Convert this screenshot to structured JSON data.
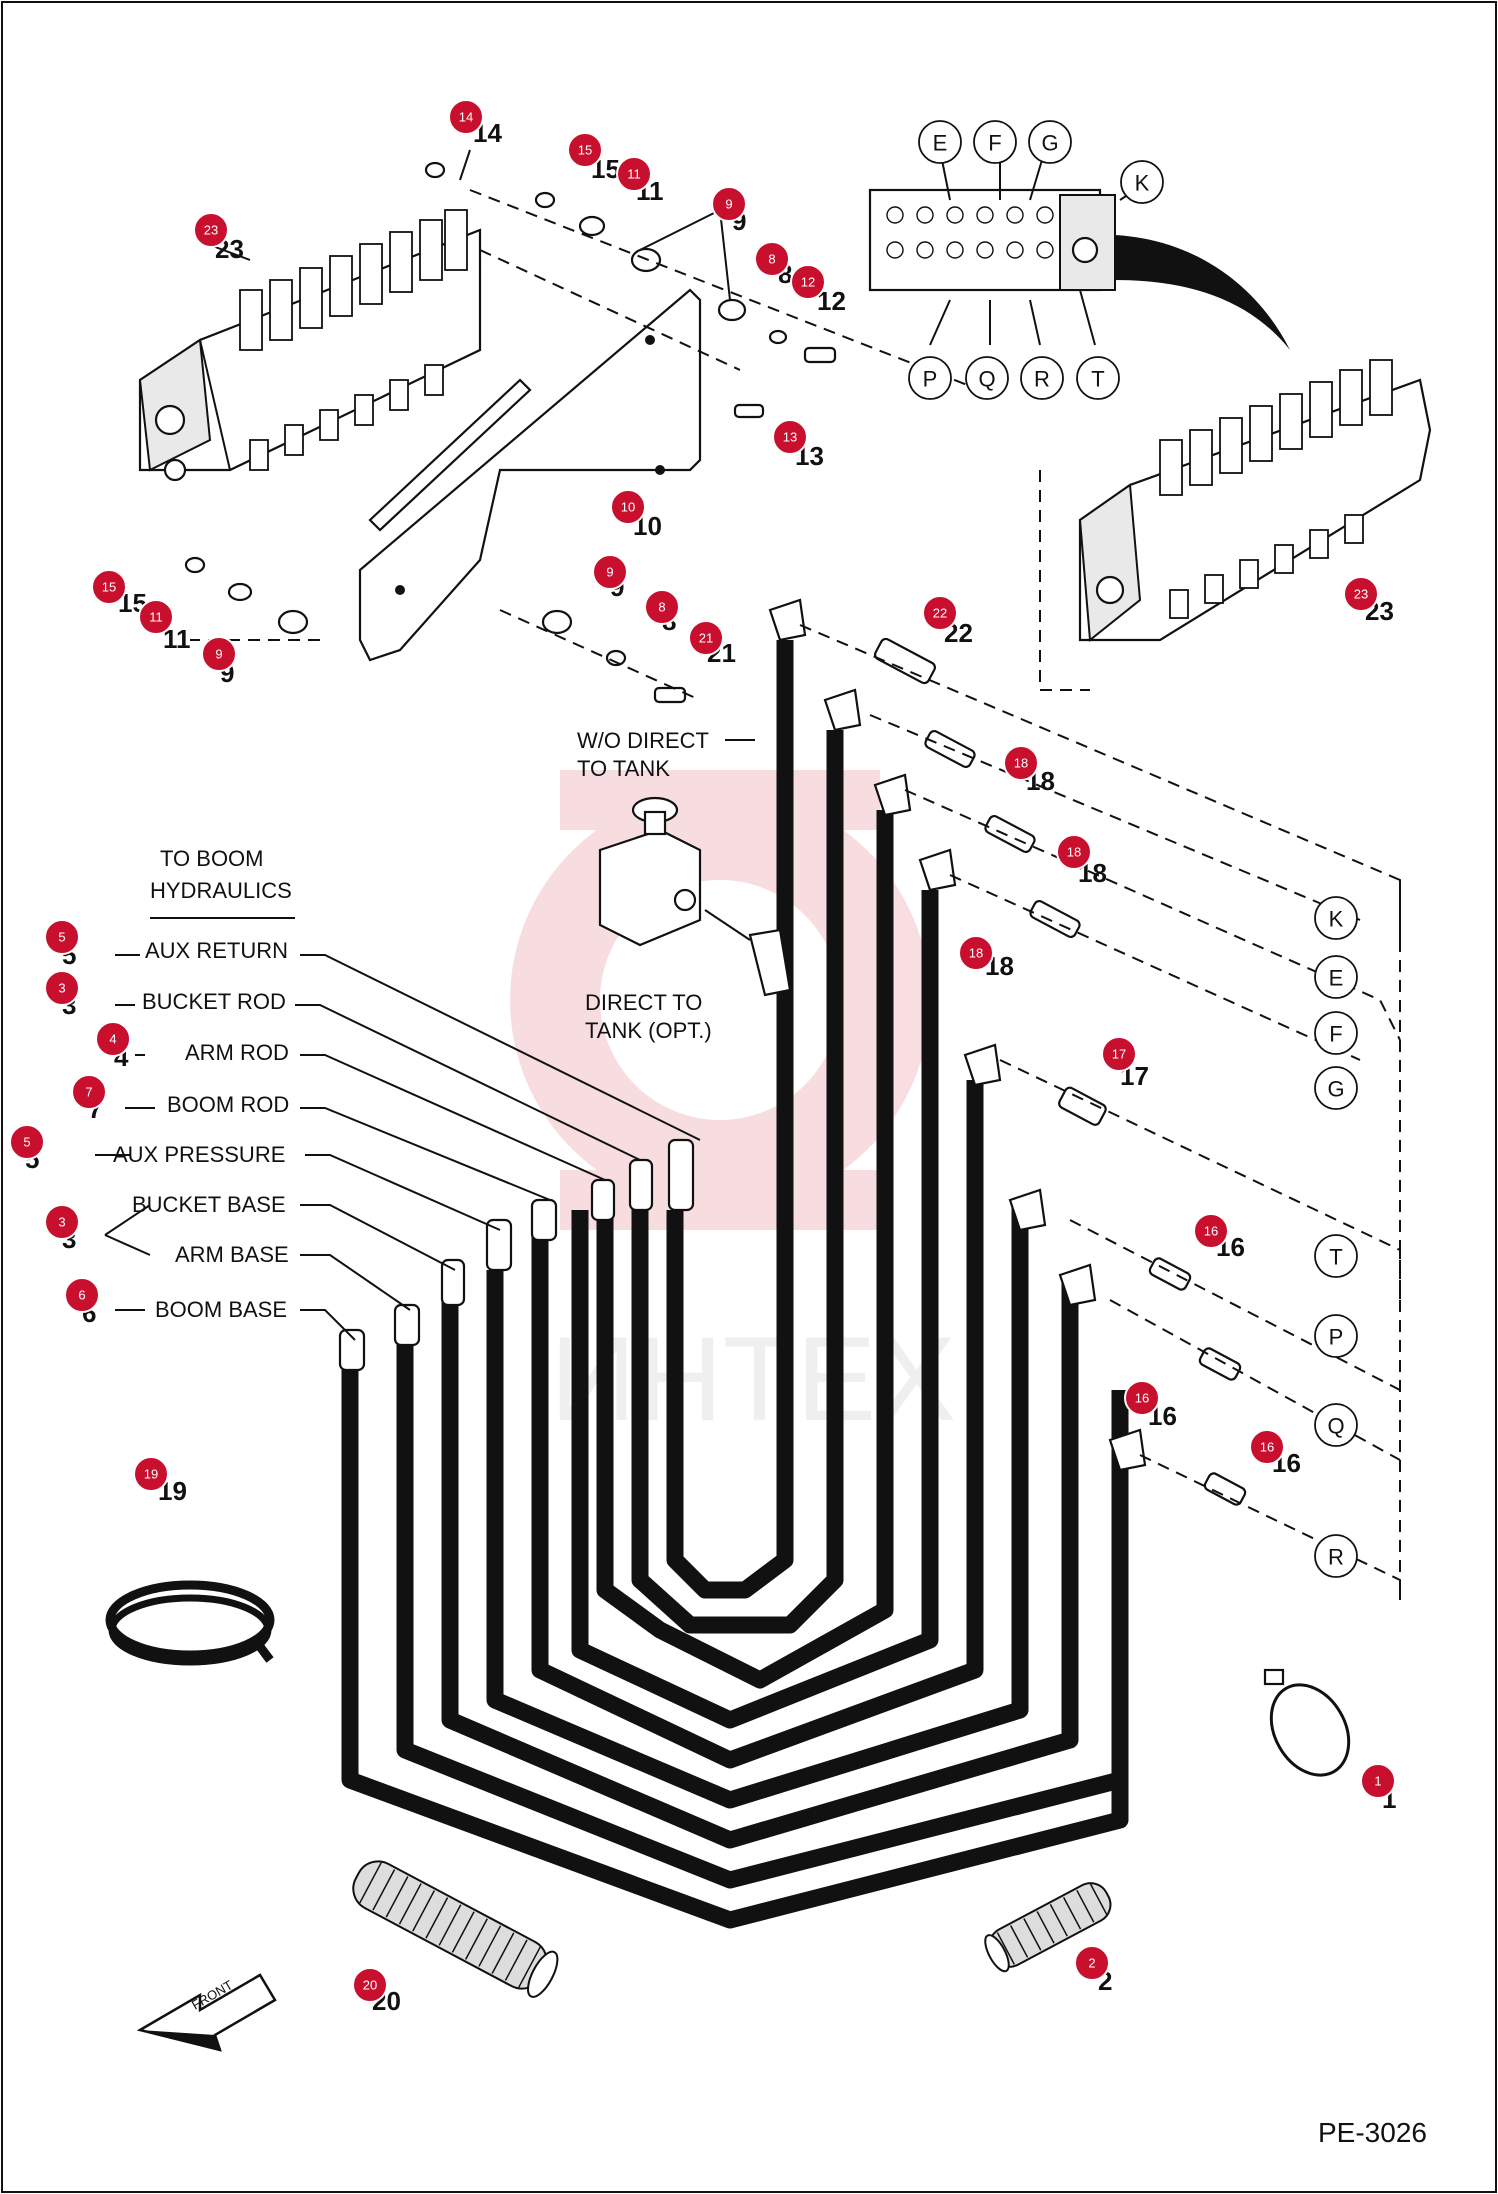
{
  "figure_code": "PE-3026",
  "front_label": "FRONT",
  "labels": {
    "to_boom_1": "TO BOOM",
    "to_boom_2": "HYDRAULICS",
    "aux_return": "AUX RETURN",
    "bucket_rod": "BUCKET ROD",
    "arm_rod": "ARM ROD",
    "boom_rod": "BOOM ROD",
    "aux_pressure": "AUX PRESSURE",
    "bucket_base": "BUCKET BASE",
    "arm_base": "ARM BASE",
    "boom_base": "BOOM BASE",
    "wo_direct_1": "W/O DIRECT",
    "wo_direct_2": "TO TANK",
    "direct_1": "DIRECT TO",
    "direct_2": "TANK (OPT.)"
  },
  "ports": [
    "E",
    "F",
    "G",
    "K",
    "P",
    "Q",
    "R",
    "T",
    "K",
    "E",
    "F",
    "G",
    "T",
    "P",
    "Q",
    "R"
  ],
  "badges": [
    "14",
    "15",
    "11",
    "9",
    "23",
    "8",
    "12",
    "13",
    "10",
    "15",
    "11",
    "9",
    "9",
    "8",
    "21",
    "22",
    "18",
    "18",
    "18",
    "17",
    "16",
    "16",
    "16",
    "5",
    "3",
    "4",
    "7",
    "5",
    "3",
    "6",
    "19",
    "1",
    "2",
    "20"
  ],
  "callouts": [
    "14",
    "15",
    "11",
    "9",
    "23",
    "8",
    "12",
    "13",
    "10",
    "15",
    "11",
    "9",
    "9",
    "8",
    "21",
    "22",
    "18",
    "18",
    "18",
    "17",
    "16",
    "16",
    "16",
    "5",
    "3",
    "4",
    "7",
    "5",
    "3",
    "6",
    "19",
    "1",
    "2",
    "20",
    "23"
  ]
}
